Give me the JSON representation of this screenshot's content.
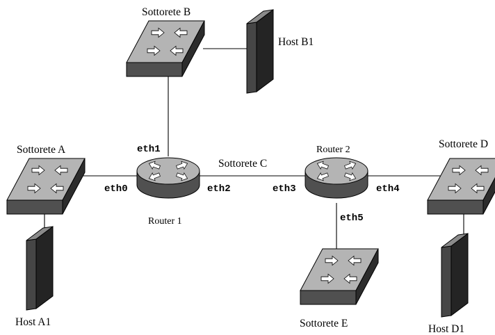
{
  "nodes": {
    "switch_a": {
      "label": "Sottorete A",
      "icon": "switch-icon"
    },
    "switch_b": {
      "label": "Sottorete B",
      "icon": "switch-icon"
    },
    "switch_d": {
      "label": "Sottorete D",
      "icon": "switch-icon"
    },
    "switch_e": {
      "label": "Sottorete E",
      "icon": "switch-icon"
    },
    "router_1": {
      "label": "Router 1",
      "icon": "router-icon"
    },
    "router_2": {
      "label": "Router 2",
      "icon": "router-icon"
    },
    "host_a1": {
      "label": "Host A1",
      "icon": "host-icon"
    },
    "host_b1": {
      "label": "Host B1",
      "icon": "host-icon"
    },
    "host_d1": {
      "label": "Host D1",
      "icon": "host-icon"
    }
  },
  "links": {
    "subnet_c": "Sottorete C"
  },
  "interfaces": {
    "eth0": "eth0",
    "eth1": "eth1",
    "eth2": "eth2",
    "eth3": "eth3",
    "eth4": "eth4",
    "eth5": "eth5"
  },
  "colors": {
    "device_top": "#b4b4b4",
    "device_front": "#505050",
    "device_side": "#2c2c2c",
    "arrow_fill": "#ffffff",
    "host_front": "#464646",
    "host_side": "#242424",
    "host_top": "#8a8a8a"
  }
}
